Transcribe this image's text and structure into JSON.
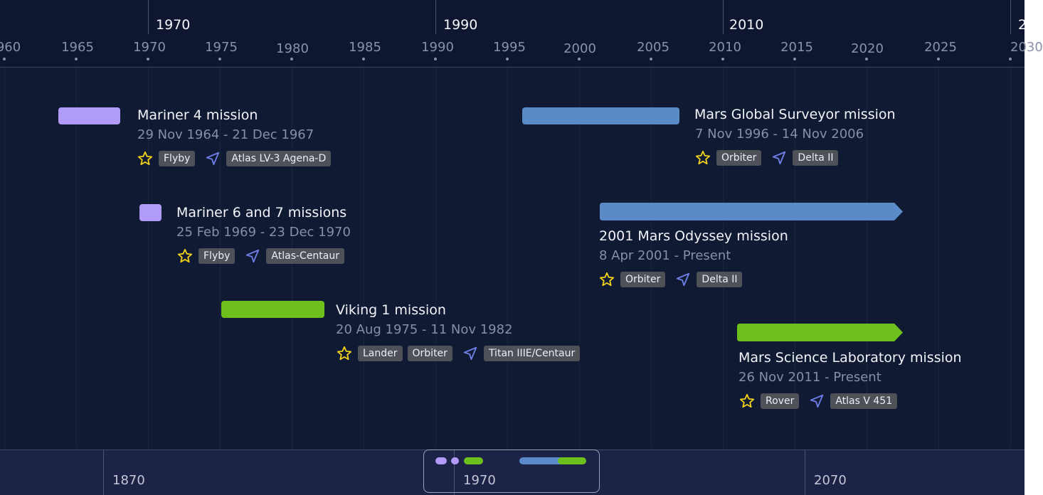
{
  "colors": {
    "background": "#111a33",
    "purple": "#b09cf8",
    "blue": "#5b8ac8",
    "green": "#6ec11c",
    "star": "#f2d21a",
    "nav": "#6d7ee6",
    "tag_bg": "#4f5159"
  },
  "header": {
    "major_labels": [
      "1970",
      "1990",
      "2010",
      "2"
    ],
    "minor_labels": [
      "960",
      "1965",
      "1970",
      "1975",
      "1980",
      "1985",
      "1990",
      "1995",
      "2000",
      "2005",
      "2010",
      "2015",
      "2020",
      "2025",
      "2030"
    ]
  },
  "missions": [
    {
      "title": "Mariner 4 mission",
      "dates": "29 Nov 1964 - 21 Dec 1967",
      "color": "purple",
      "icon_rating": "star-icon",
      "icon_launch": "navigation-arrow-icon",
      "types": [
        "Flyby"
      ],
      "vehicle": "Atlas LV-3 Agena-D"
    },
    {
      "title": "Mariner 6 and 7 missions",
      "dates": "25 Feb 1969 - 23 Dec  1970",
      "color": "purple",
      "icon_rating": "star-icon",
      "icon_launch": "navigation-arrow-icon",
      "types": [
        "Flyby"
      ],
      "vehicle": "Atlas-Centaur"
    },
    {
      "title": "Viking 1 mission",
      "dates": "20 Aug 1975 - 11 Nov 1982",
      "color": "green",
      "icon_rating": "star-icon",
      "icon_launch": "navigation-arrow-icon",
      "types": [
        "Lander",
        "Orbiter"
      ],
      "vehicle": "Titan IIIE/Centaur"
    },
    {
      "title": "Mars Global Surveyor mission",
      "dates": "7 Nov 1996 - 14 Nov 2006",
      "color": "blue",
      "icon_rating": "star-icon",
      "icon_launch": "navigation-arrow-icon",
      "types": [
        "Orbiter"
      ],
      "vehicle": "Delta II"
    },
    {
      "title": "2001 Mars Odyssey mission",
      "dates": "8 Apr 2001 - Present",
      "color": "blue",
      "icon_rating": "star-icon",
      "icon_launch": "navigation-arrow-icon",
      "types": [
        "Orbiter"
      ],
      "vehicle": "Delta II"
    },
    {
      "title": "Mars Science Laboratory mission",
      "dates": "26 Nov 2011 - Present",
      "color": "green",
      "icon_rating": "star-icon",
      "icon_launch": "navigation-arrow-icon",
      "types": [
        "Rover"
      ],
      "vehicle": "Atlas V 451"
    }
  ],
  "overview": {
    "labels": [
      "1870",
      "1970",
      "2070"
    ]
  }
}
